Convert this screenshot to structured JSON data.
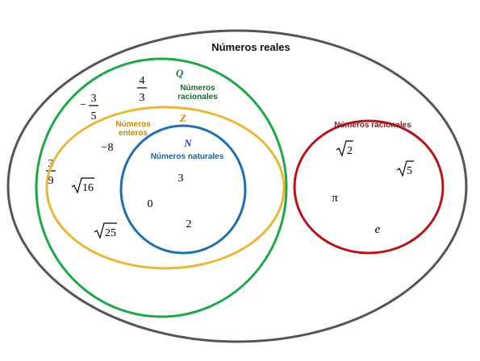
{
  "title": "Números reales",
  "sets": {
    "rationals": {
      "symbol": "Q",
      "label_line1": "Números",
      "label_line2": "racionales",
      "color": "#1fa64a",
      "numbers": {
        "four_thirds_num": "4",
        "four_thirds_den": "3",
        "neg_three_fifths_sign": "−",
        "neg_three_fifths_num": "3",
        "neg_three_fifths_den": "5",
        "three_ninths_num": "3",
        "three_ninths_den": "9"
      }
    },
    "integers": {
      "symbol": "Z",
      "label_line1": "Números",
      "label_line2": "enteros",
      "color": "#e8b83c",
      "numbers": {
        "neg_eight": "−8",
        "sqrt16": "16",
        "sqrt25": "25"
      }
    },
    "naturals": {
      "symbol": "N",
      "label": "Números naturales",
      "color": "#1f6fad",
      "symbol_color": "#2a3fd0",
      "numbers": {
        "three": "3",
        "zero": "0",
        "two": "2"
      }
    },
    "irrationals": {
      "label": "Números racionales",
      "color": "#b3151b",
      "numbers": {
        "sqrt2": "2",
        "sqrt5": "5",
        "pi": "π",
        "e": "e"
      }
    }
  },
  "outer_color": "#555555"
}
